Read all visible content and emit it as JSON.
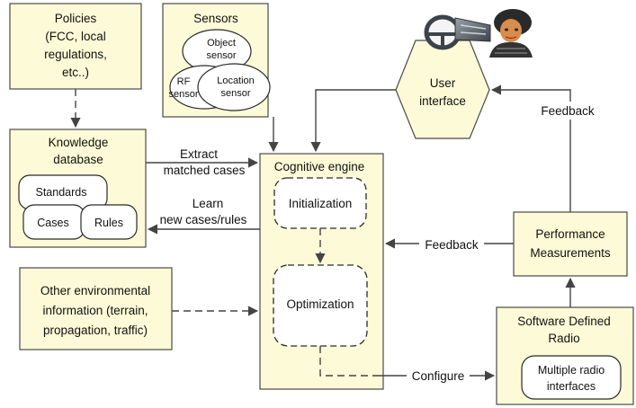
{
  "policies": {
    "lines": [
      "Policies",
      "(FCC, local",
      "regulations,",
      "etc..)"
    ]
  },
  "sensors": {
    "title": "Sensors",
    "object": [
      "Object",
      "sensor"
    ],
    "rf": [
      "RF",
      "sensor"
    ],
    "location": [
      "Location",
      "sensor"
    ]
  },
  "user_interface": {
    "lines": [
      "User",
      "interface"
    ]
  },
  "knowledge": {
    "title": [
      "Knowledge",
      "database"
    ],
    "standards": "Standards",
    "cases": "Cases",
    "rules": "Rules"
  },
  "engine": {
    "title": "Cognitive engine",
    "initialization": "Initialization",
    "optimization": "Optimization"
  },
  "environment": {
    "lines": [
      "Other environmental",
      "information (terrain,",
      "propagation, traffic)"
    ]
  },
  "performance": {
    "lines": [
      "Performance",
      "Measurements"
    ]
  },
  "sdr": {
    "title": [
      "Software Defined",
      "Radio"
    ],
    "interfaces": [
      "Multiple radio",
      "interfaces"
    ]
  },
  "edges": {
    "extract": [
      "Extract",
      "matched cases"
    ],
    "learn": [
      "Learn",
      "new cases/rules"
    ],
    "feedback_top": "Feedback",
    "feedback_mid": "Feedback",
    "configure": "Configure"
  }
}
